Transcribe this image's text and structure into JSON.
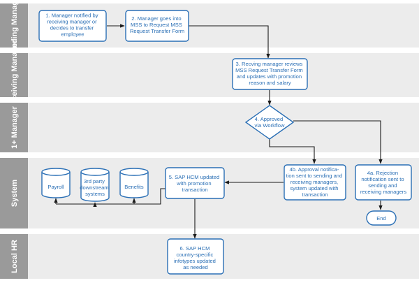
{
  "lanes": [
    {
      "label": "Sending Manager"
    },
    {
      "label": "Receiving Manager"
    },
    {
      "label": "1+ Manager"
    },
    {
      "label": "System"
    },
    {
      "label": "Local HR"
    }
  ],
  "steps": {
    "s1": [
      "1. Manager notified by",
      "receiving manager or",
      "decides to transfer",
      "employee"
    ],
    "s2": [
      "2. Manager goes into",
      "MSS to Request MSS",
      "Request Transfer Form"
    ],
    "s3": [
      "3. Recving manager reviews",
      "MSS Request Transfer Form",
      "and updates with promotion",
      "reason and salary"
    ],
    "s4": [
      "4. Approved",
      "via Workflow"
    ],
    "s4b": [
      "4b. Approval notifica-",
      "tion sent to sending and",
      "receiving managers,",
      "system updated with",
      "transaction"
    ],
    "s4a": [
      "4a. Rejection",
      "notification sent to",
      "sending and",
      "receiving managers"
    ],
    "s5": [
      "5. SAP HCM updated",
      "with promotion",
      "transaction"
    ],
    "s6": [
      "6. SAP HCM",
      "country-specific",
      "infotypes updated",
      "as needed"
    ],
    "end": [
      "End"
    ]
  },
  "databases": {
    "payroll": [
      "Payroll"
    ],
    "thirdparty": [
      "3rd party",
      "downstream",
      "systems"
    ],
    "benefits": [
      "Benefits"
    ]
  },
  "colors": {
    "accent": "#2a6fb5",
    "lane": "#ececec",
    "lane_label": "#9a9a9a"
  }
}
